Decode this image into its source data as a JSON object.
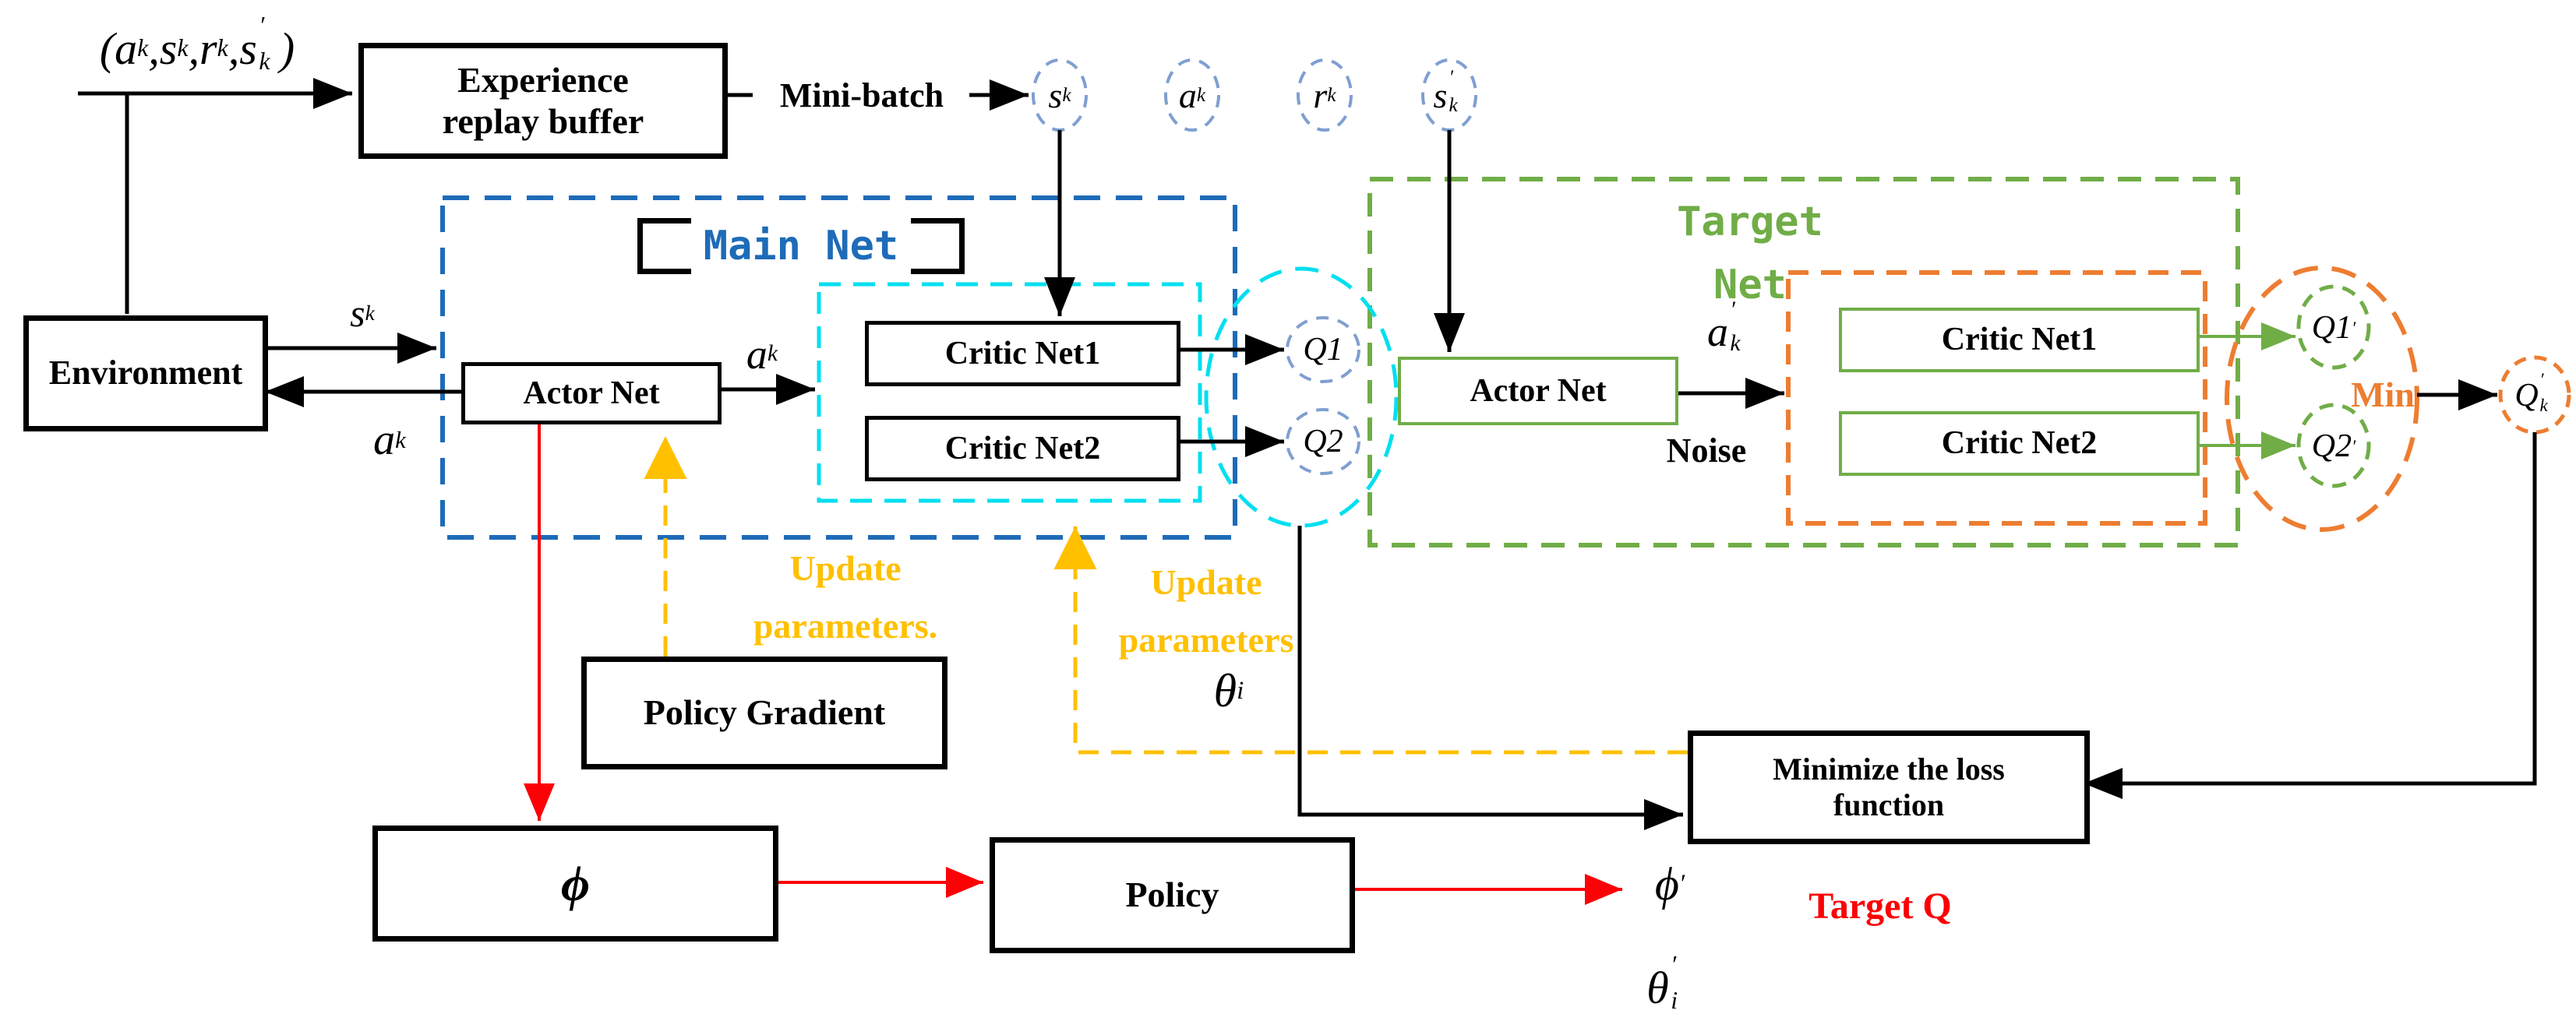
{
  "colors": {
    "ink": "#000000",
    "blue": "#1e6bb8",
    "cyan": "#00dff0",
    "green": "#70ad47",
    "orange": "#ed7d31",
    "yellow": "#ffc000",
    "red": "#fb0207",
    "circle": "#7f9fd1",
    "paper": "#ffffff"
  },
  "sym": {
    "open": "(",
    "close": ")",
    "comma": ",",
    "prime": "′",
    "a": "a",
    "s": "s",
    "r": "r",
    "k": "k",
    "i": "i",
    "theta": "θ",
    "phi": "ϕ",
    "q": "Q",
    "q1": "Q1",
    "q2": "Q2"
  },
  "nodes": {
    "experience": {
      "line1": "Experience",
      "line2": "replay buffer"
    },
    "mini_batch": "Mini-batch",
    "environment": "Environment",
    "main_net": "Main Net",
    "actor_net": "Actor Net",
    "critic_net1": "Critic Net1",
    "critic_net2": "Critic Net2",
    "target_net": {
      "line1": "Target",
      "line2": "Net"
    },
    "target_actor_net": "Actor Net",
    "target_critic_net1": "Critic Net1",
    "target_critic_net2": "Critic Net2",
    "noise": "Noise",
    "policy_gradient": "Policy Gradient",
    "policy": "Policy",
    "minimize_loss": {
      "line1": "Minimize the loss",
      "line2": "function"
    },
    "min": "Min",
    "target_q": "Target Q",
    "update_parameters_main": {
      "line1": "Update",
      "line2": "parameters."
    },
    "update_parameters_critic": {
      "line1": "Update",
      "line2": "parameters"
    }
  }
}
